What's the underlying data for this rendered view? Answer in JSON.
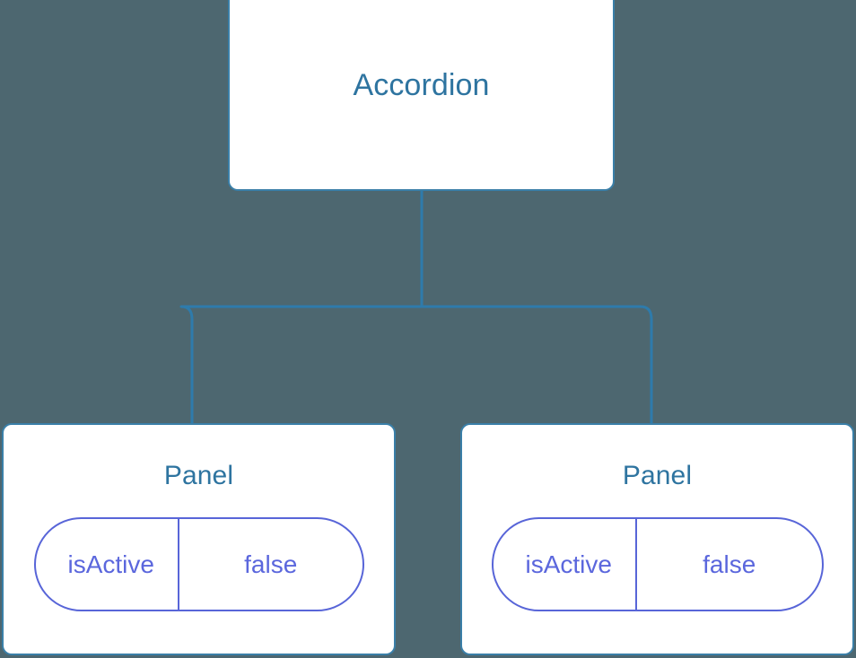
{
  "canvas": {
    "background_color": "#4d6770",
    "node_border_color": "#3a7fa8",
    "node_fill_color": "#ffffff",
    "node_title_color": "#2e74a0",
    "edge_color": "#2e7bab",
    "badge_color": "#5865d8",
    "badge_text_color": "#5b67dd"
  },
  "tree": {
    "root": {
      "title": "Accordion"
    },
    "children": [
      {
        "title": "Panel",
        "state": {
          "key": "isActive",
          "value": "false"
        }
      },
      {
        "title": "Panel",
        "state": {
          "key": "isActive",
          "value": "false"
        }
      }
    ]
  }
}
